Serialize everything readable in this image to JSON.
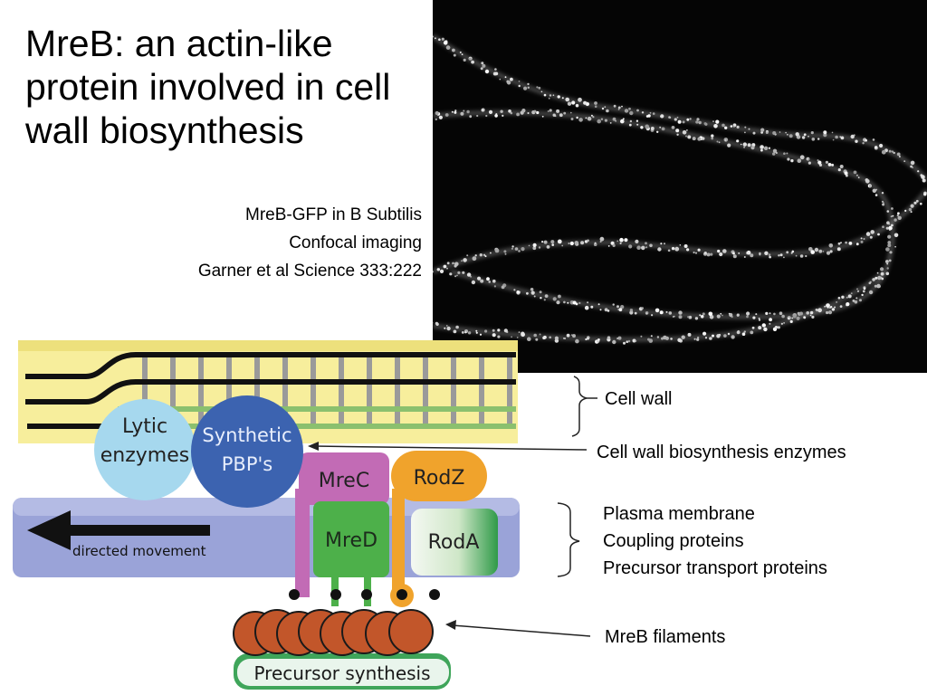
{
  "title": "MreB: an actin-like protein involved in cell wall biosynthesis",
  "caption": {
    "line1": "MreB-GFP in B Subtilis",
    "line2": "Confocal imaging",
    "line3": "Garner et al Science 333:222"
  },
  "diagram": {
    "lytic": [
      "Lytic",
      "enzymes"
    ],
    "synthetic": [
      "Synthetic",
      "PBP's"
    ],
    "mrec": "MreC",
    "rodz": "RodZ",
    "mred": "MreD",
    "roda": "RodA",
    "directed_movement": "directed  movement",
    "precursor": "Precursor synthesis"
  },
  "labels": {
    "cell_wall": "Cell wall",
    "enzymes": "Cell wall biosynthesis enzymes",
    "membrane_group": [
      "Plasma membrane",
      "Coupling proteins",
      "Precursor transport proteins"
    ],
    "mreb_filaments": "MreB filaments"
  }
}
